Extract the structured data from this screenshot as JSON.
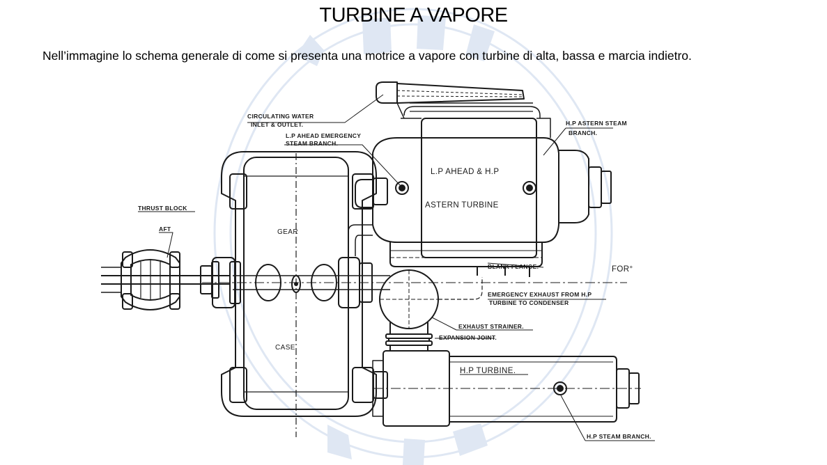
{
  "slide": {
    "title": "TURBINE A VAPORE",
    "description": "Nell’immagine lo schema generale di come si presenta una motrice a vapore con turbine di alta, bassa e marcia indietro."
  },
  "diagram": {
    "labels": {
      "circulating_water_line1": "CIRCULATING WATER",
      "circulating_water_line2": "INLET & OUTLET.",
      "lp_emergency_line1": "L.P AHEAD EMERGENCY",
      "lp_emergency_line2": "STEAM BRANCH.",
      "hp_astern_line1": "H.P ASTERN STEAM",
      "hp_astern_line2": "BRANCH.",
      "thrust_block": "THRUST BLOCK",
      "aft": "AFT",
      "gear": "GEAR",
      "case": "CASE",
      "lp_turbine_line1": "L.P AHEAD & H.P",
      "lp_turbine_line2": "ASTERN TURBINE",
      "blank_flange": "BLANK FLANGE.",
      "forward": "FOR°",
      "emergency_exhaust_line1": "EMERGENCY EXHAUST FROM H.P",
      "emergency_exhaust_line2": "TURBINE TO CONDENSER",
      "exhaust_strainer": "EXHAUST STRAINER.",
      "expansion_joint": "EXPANSION JOINT.",
      "hp_turbine": "H.P TURBINE.",
      "hp_steam_branch": "H.P STEAM BRANCH."
    },
    "colors": {
      "ink": "#1a1a1a",
      "watermark": "#dfe7f3"
    }
  }
}
